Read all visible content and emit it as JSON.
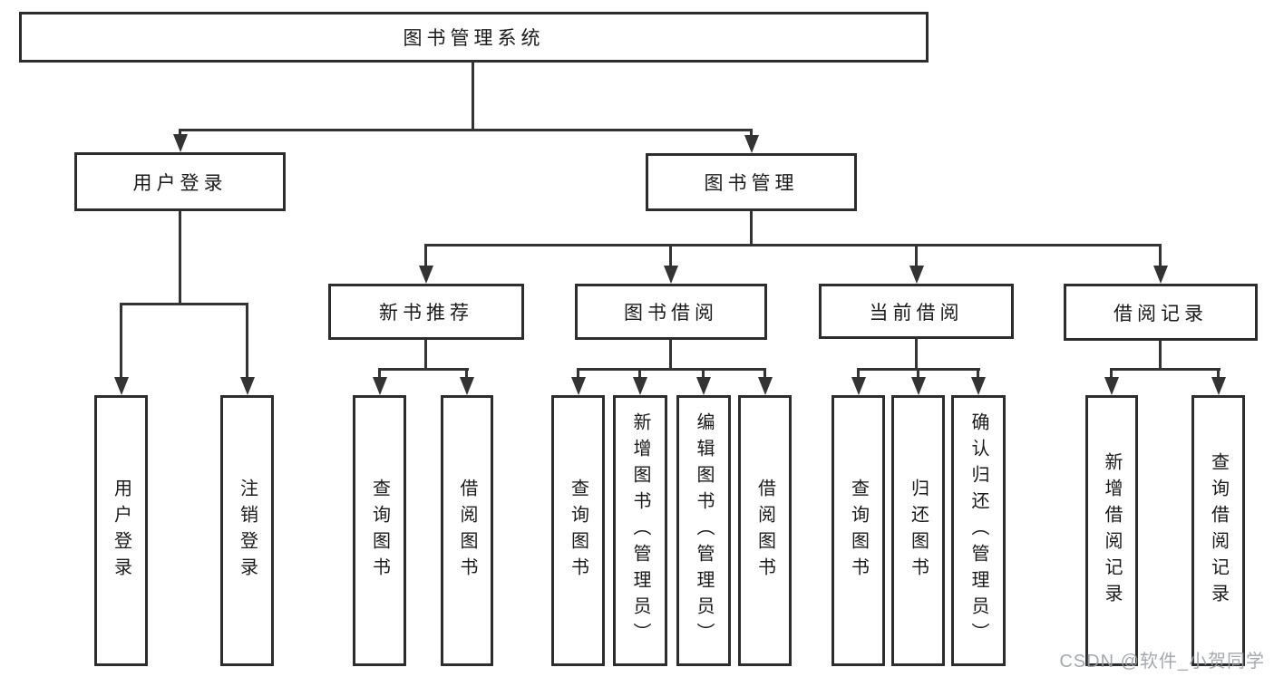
{
  "tree": {
    "label": "图书管理系统",
    "children": [
      {
        "label": "用户登录",
        "children": [
          {
            "label": "用户登录"
          },
          {
            "label": "注销登录"
          }
        ]
      },
      {
        "label": "图书管理",
        "children": [
          {
            "label": "新书推荐",
            "children": [
              {
                "label": "查询图书"
              },
              {
                "label": "借阅图书"
              }
            ]
          },
          {
            "label": "图书借阅",
            "children": [
              {
                "label": "查询图书"
              },
              {
                "label": "新增图书（管理员）"
              },
              {
                "label": "编辑图书（管理员）"
              },
              {
                "label": "借阅图书"
              }
            ]
          },
          {
            "label": "当前借阅",
            "children": [
              {
                "label": "查询图书"
              },
              {
                "label": "归还图书"
              },
              {
                "label": "确认归还（管理员）"
              }
            ]
          },
          {
            "label": "借阅记录",
            "children": [
              {
                "label": "新增借阅记录"
              },
              {
                "label": "查询借阅记录"
              }
            ]
          }
        ]
      }
    ]
  },
  "watermark": {
    "text": "CSDN @软件_小贺同学"
  },
  "colors": {
    "line": "#333333",
    "border": "#2d2d2d",
    "text": "#1a1a1a",
    "background": "#ffffff",
    "watermark": "#9aa0a6"
  }
}
